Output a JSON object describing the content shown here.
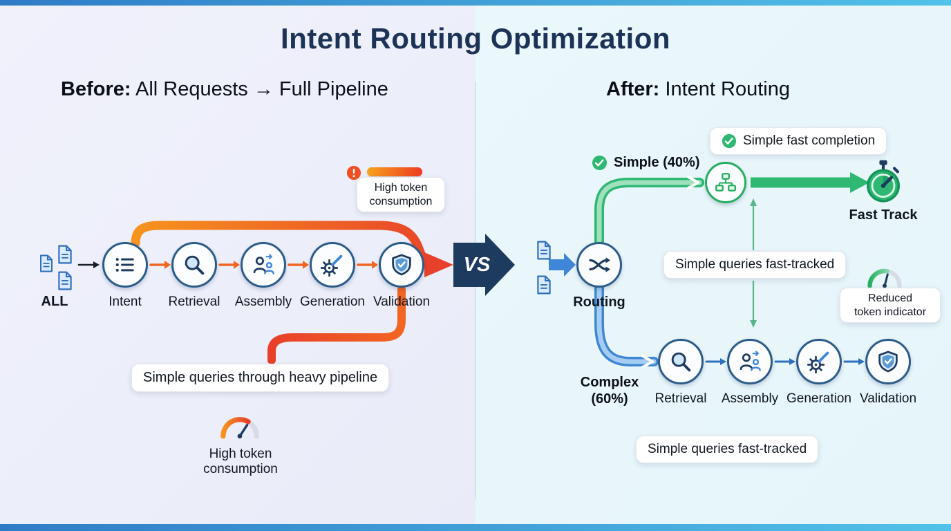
{
  "title": "Intent Routing Optimization",
  "before": {
    "heading": {
      "bold": "Before:",
      "rest": " All Requests → Full Pipeline"
    },
    "source_label": "ALL",
    "stages": [
      {
        "label": "Intent"
      },
      {
        "label": "Retrieval"
      },
      {
        "label": "Assembly"
      },
      {
        "label": "Generation"
      },
      {
        "label": "Validation"
      }
    ],
    "high_token_callout": {
      "line1": "High token",
      "line2": "consumption"
    },
    "pipeline_callout": "Simple queries through heavy pipeline",
    "gauge_caption": {
      "line1": "High token",
      "line2": "consumption"
    }
  },
  "vs_label": "VS",
  "after": {
    "heading": {
      "bold": "After:",
      "rest": " Intent Routing"
    },
    "routing_label": "Routing",
    "simple_branch_label": "Simple (40%)",
    "complex_branch_label": "Complex (60%)",
    "fast_track_label": "Fast Track",
    "completion_callout": "Simple fast completion",
    "mid_callout": "Simple queries fast-tracked",
    "bottom_callout": "Simple queries fast-tracked",
    "reduced_token_callout": {
      "line1": "Reduced",
      "line2": "token indicator"
    },
    "stages": [
      {
        "label": "Retrieval"
      },
      {
        "label": "Assembly"
      },
      {
        "label": "Generation"
      },
      {
        "label": "Validation"
      }
    ]
  },
  "colors": {
    "navy": "#1d3a5f",
    "orange": "#f7931e",
    "red": "#e8402a",
    "green": "#2eb872",
    "blue": "#3f87d6"
  }
}
